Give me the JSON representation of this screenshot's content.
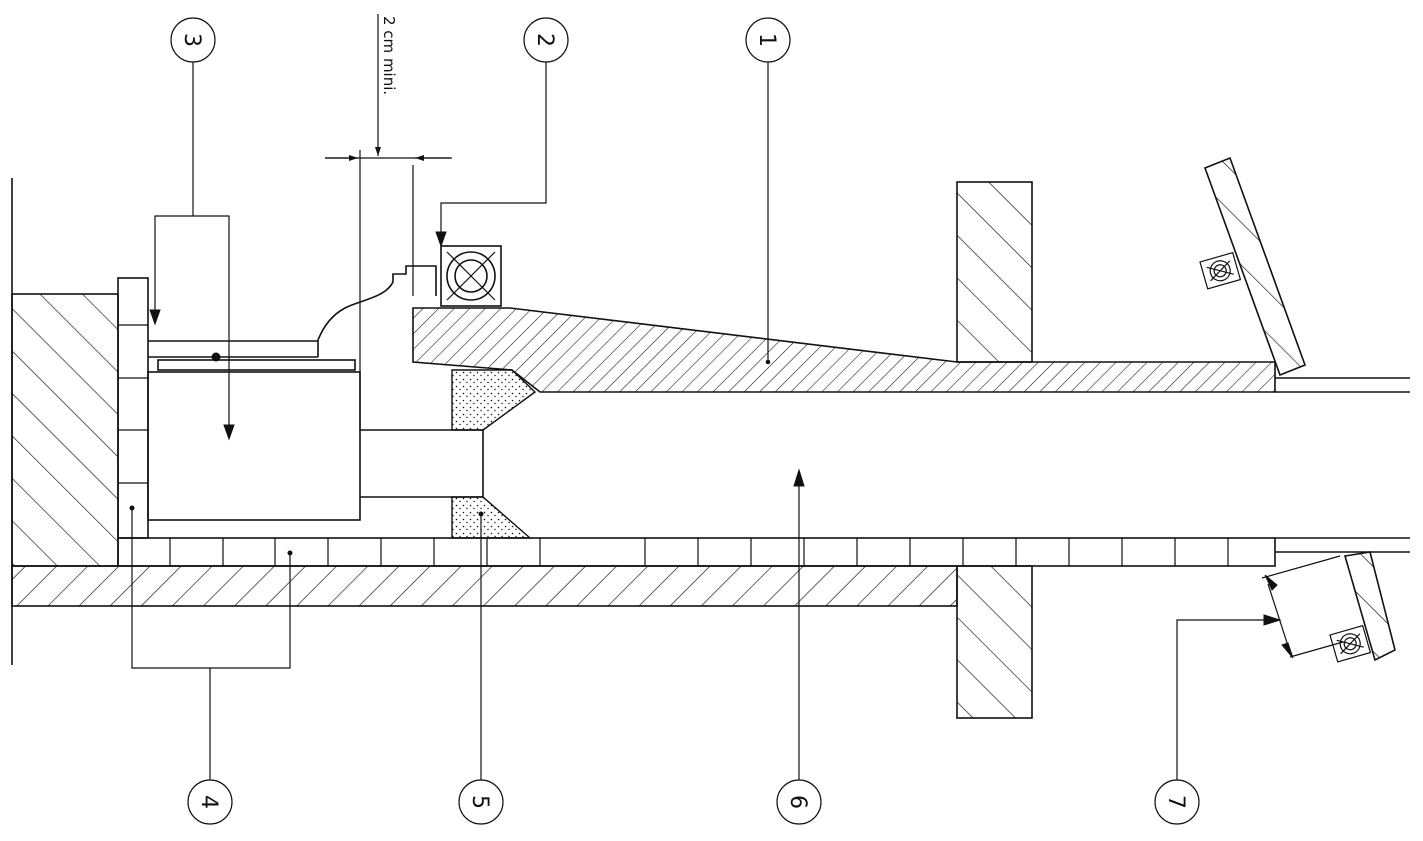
{
  "diagram": {
    "dimension_label": "2 cm mini.",
    "callouts": [
      {
        "id": "c1",
        "number": "1"
      },
      {
        "id": "c2",
        "number": "2"
      },
      {
        "id": "c3",
        "number": "3"
      },
      {
        "id": "c4",
        "number": "4"
      },
      {
        "id": "c5",
        "number": "5"
      },
      {
        "id": "c6",
        "number": "6"
      },
      {
        "id": "c7",
        "number": "7"
      }
    ]
  }
}
